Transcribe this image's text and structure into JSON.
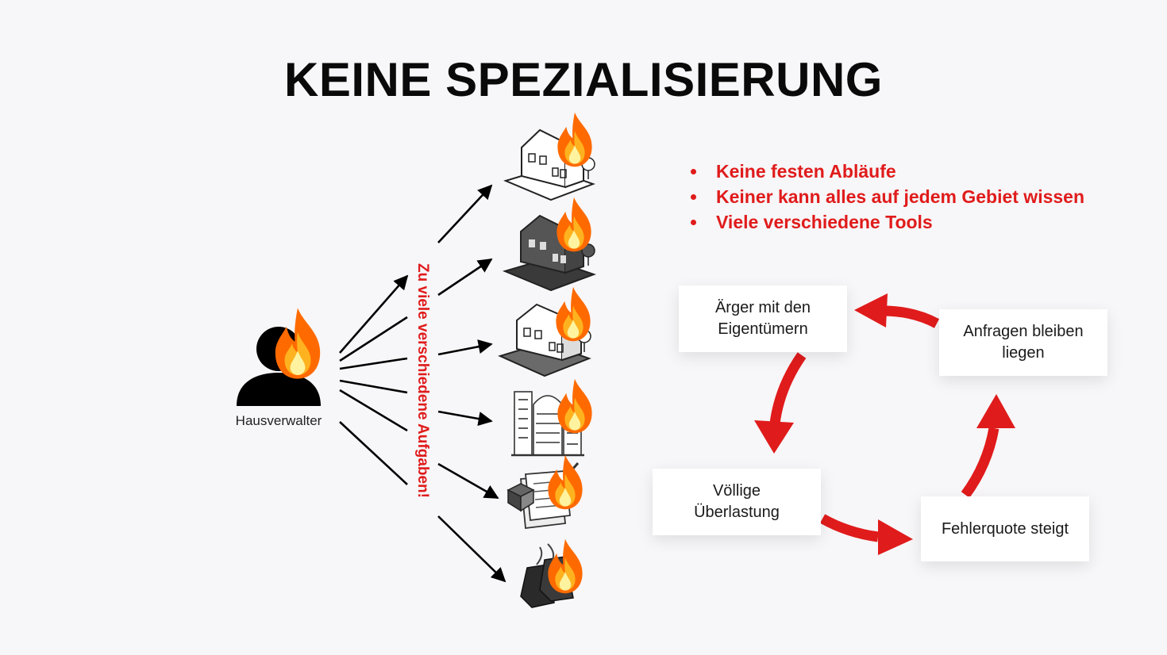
{
  "slide": {
    "title": "KEINE SPEZIALISIERUNG",
    "person_label": "Hausverwalter",
    "vertical_label": "Zu viele verschiedene Aufgaben!",
    "bullets": [
      "Keine festen Abläufe",
      "Keiner kann alles auf jedem Gebiet wissen",
      "Viele verschiedene Tools"
    ],
    "cycle": {
      "aerger": "Ärger mit den\nEigentümern",
      "anfragen": "Anfragen bleiben\nliegen",
      "ueberlastung": "Völlige\nÜberlastung",
      "fehler": "Fehlerquote steigt"
    },
    "icons": [
      "house-outline-icon",
      "house-dark-icon",
      "house-grey-icon",
      "city-buildings-icon",
      "documents-package-icon",
      "key-tags-icon"
    ],
    "colors": {
      "accent": "#e01b1b",
      "flame_outer": "#ff6a00",
      "flame_inner": "#ffd21f",
      "arrow": "#000000"
    }
  }
}
